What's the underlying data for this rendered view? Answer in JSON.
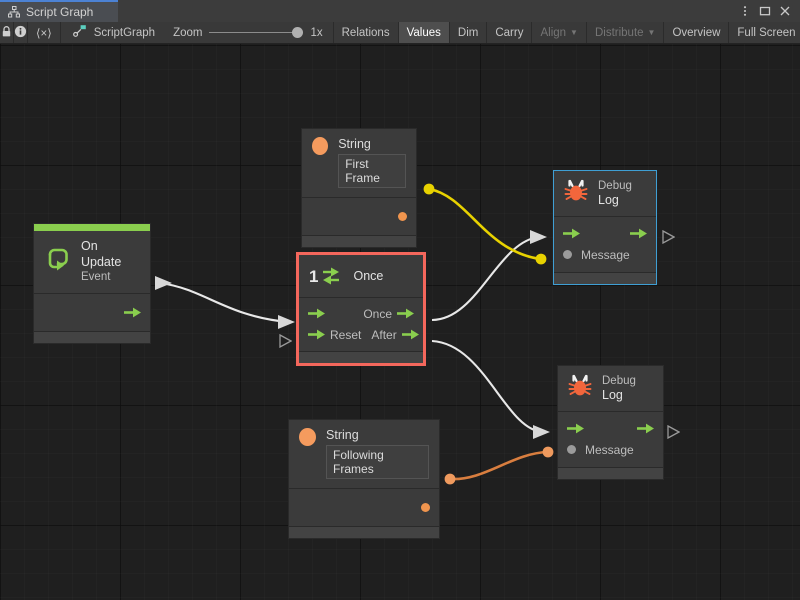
{
  "window": {
    "tab_label": "Script Graph",
    "tab_icon": "hierarchy-icon",
    "controls": [
      {
        "name": "more-options-button",
        "glyph": "⋮"
      },
      {
        "name": "maximize-button",
        "glyph": "▢"
      },
      {
        "name": "close-button",
        "glyph": "✕"
      }
    ]
  },
  "toolbar": {
    "lock_icon": "lock-icon",
    "info_icon": "info-icon",
    "code_label": "⟨×⟩",
    "graph_icon": "script-graph-icon",
    "graph_label": "ScriptGraph",
    "zoom_label": "Zoom",
    "zoom_value": "1x",
    "buttons": [
      {
        "label": "Relations",
        "state": "normal",
        "name": "relations-button"
      },
      {
        "label": "Values",
        "state": "active",
        "name": "values-button"
      },
      {
        "label": "Dim",
        "state": "normal",
        "name": "dim-button"
      },
      {
        "label": "Carry",
        "state": "normal",
        "name": "carry-button"
      },
      {
        "label": "Align",
        "state": "disabled",
        "name": "align-dropdown",
        "caret": true
      },
      {
        "label": "Distribute",
        "state": "disabled",
        "name": "distribute-dropdown",
        "caret": true
      },
      {
        "label": "Overview",
        "state": "normal",
        "name": "overview-button"
      },
      {
        "label": "Full Screen",
        "state": "normal",
        "name": "full-screen-button"
      }
    ]
  },
  "graph": {
    "nodes": {
      "on_update": {
        "title": "On Update",
        "subtitle": "Event",
        "icon": "on-update-event-icon",
        "accent": "#8ace4e"
      },
      "string_first": {
        "title": "String",
        "value": "First Frame",
        "icon": "string-value-icon",
        "accent": "#f59b5e"
      },
      "string_following": {
        "title": "String",
        "value": "Following Frames",
        "icon": "string-value-icon",
        "accent": "#f59b5e"
      },
      "once": {
        "title": "Once",
        "count": "1",
        "icon": "once-loop-icon",
        "selected": true,
        "selection_color": "#f4675c",
        "input_reset": "Reset",
        "output_once": "Once",
        "output_after": "After"
      },
      "debug_log_top": {
        "title": "Debug",
        "subtitle": "Log",
        "icon": "bug-icon",
        "message_port": "Message",
        "selected": true,
        "selection_color": "#3f9fd4"
      },
      "debug_log_bottom": {
        "title": "Debug",
        "subtitle": "Log",
        "icon": "bug-icon",
        "message_port": "Message",
        "selected": false
      }
    },
    "edge_colors": {
      "control_flow": "#e8e8e8",
      "value_first": "#e8d200",
      "value_following": "#d97e3f"
    }
  }
}
